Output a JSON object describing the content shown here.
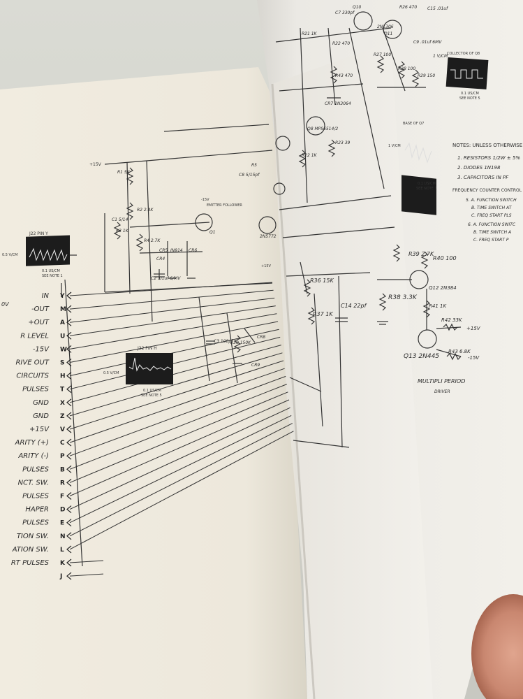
{
  "left_page": {
    "supply": "+15V",
    "scope_top": {
      "title": "J22 PIN Y",
      "scale": "0.5 V/CM",
      "time": "0.1 US/CM",
      "ref": "SEE NOTE 1"
    },
    "scope_mid": {
      "title": "J22 PIN H",
      "scale": "0.5 V/CM",
      "time": "0.1 US/CM",
      "ref": "SEE NOTE 5"
    },
    "emitter_follower": "EMITTER FOLLOWER",
    "neg_supply": "-15V",
    "components": [
      "R1 5K",
      "R2 2.4K",
      "R3 1K",
      "R4 2.7K",
      "C1 5/14",
      "CR5",
      "IN914",
      "CR6",
      "CR4",
      "C2 .01uf 6/MV",
      "C3 100pf",
      "R30 150K",
      "CR8",
      "CR9",
      "C8 5/15pf",
      "R5",
      "Q1",
      "2N5772"
    ],
    "plus15": "+15V",
    "connector_pins": [
      {
        "pin": "Y",
        "label": "IN"
      },
      {
        "pin": "M",
        "label": "-OUT"
      },
      {
        "pin": "A",
        "label": "+OUT"
      },
      {
        "pin": "U",
        "label": "R LEVEL"
      },
      {
        "pin": "W",
        "label": "-15V"
      },
      {
        "pin": "S",
        "label": "RIVE OUT"
      },
      {
        "pin": "H",
        "label": "CIRCUITS"
      },
      {
        "pin": "T",
        "label": "PULSES"
      },
      {
        "pin": "X",
        "label": "GND"
      },
      {
        "pin": "Z",
        "label": "GND"
      },
      {
        "pin": "V",
        "label": "+15V"
      },
      {
        "pin": "C",
        "label": "ARITY (+)"
      },
      {
        "pin": "P",
        "label": "ARITY (-)"
      },
      {
        "pin": "B",
        "label": "PULSES"
      },
      {
        "pin": "R",
        "label": "NCT. SW."
      },
      {
        "pin": "F",
        "label": "PULSES"
      },
      {
        "pin": "D",
        "label": "HAPER"
      },
      {
        "pin": "E",
        "label": "PULSES"
      },
      {
        "pin": "N",
        "label": "TION SW."
      },
      {
        "pin": "L",
        "label": "ATION SW."
      },
      {
        "pin": "K",
        "label": "RT PULSES"
      },
      {
        "pin": "J",
        "label": ""
      }
    ],
    "left_edge_labels": [
      "0V",
      "OV"
    ]
  },
  "right_page": {
    "top_components": [
      "R26 470",
      "C15 .01uf",
      "C7 330pf",
      "R21 1K",
      "R22 470",
      "Q10",
      "Q11",
      "2N1306",
      "C9 .01uf 6MV",
      "R27 100",
      "R28 100",
      "R29 150",
      "1 V/CM",
      "R43 470",
      "CR7 1N3064",
      "Q8 MPS6514/2",
      "R22 1K",
      "R23 39"
    ],
    "scope_collector": {
      "title": "COLLECTOR OF Q8",
      "time": "0.1 US/CM",
      "ref": "SEE NOTE 5"
    },
    "scope_base": {
      "title": "BASE OF Q7",
      "scale": "1 V/CM",
      "time": "0.1 US/CM",
      "ref": "SEE NOTE 1"
    },
    "notes": {
      "heading": "NOTES: UNLESS OTHERWISE",
      "lines": [
        "1. RESISTORS 1/2W ± 5%",
        "2. DIODES 1N198",
        "3. CAPACITORS IN PF"
      ],
      "control_heading": "FREQUENCY COUNTER CONTROL",
      "items": [
        "5. A. FUNCTION SWITCH",
        "B. TIME SWITCH AT",
        "C. FREQ START PLS",
        "6. A. FUNCTION SWITC",
        "B. TIME SWITCH A",
        "C. FREQ START P"
      ]
    },
    "lower_components": [
      "R39 2.7K",
      "R40 100",
      "Q12 2N384",
      "R41 1K",
      "R36 15K",
      "R37 1K",
      "C14 22pf",
      "R38 3.3K",
      "R42 33K",
      "R43 6.8K",
      "Q13 2N445"
    ],
    "plus15": "+15V",
    "minus15": "-15V",
    "caption": "MULTIPLI PERIOD",
    "caption2": "DRIVER"
  }
}
